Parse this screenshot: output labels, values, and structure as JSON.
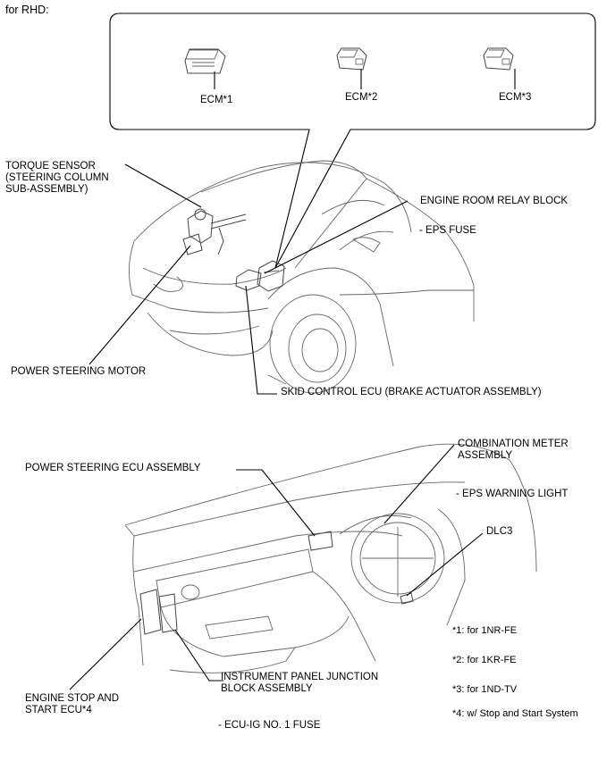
{
  "heading": "for RHD:",
  "ecm_box": {
    "ecm1": "ECM*1",
    "ecm2": "ECM*2",
    "ecm3": "ECM*3"
  },
  "upper": {
    "torque_sensor": "TORQUE SENSOR\n(STEERING COLUMN\nSUB-ASSEMBLY)",
    "engine_room_relay_block": "ENGINE ROOM RELAY BLOCK",
    "eps_fuse": "- EPS FUSE",
    "power_steering_motor": "POWER STEERING MOTOR",
    "skid_control_ecu": "SKID CONTROL ECU (BRAKE ACTUATOR ASSEMBLY)"
  },
  "lower": {
    "power_steering_ecu": "POWER STEERING ECU ASSEMBLY",
    "combination_meter": "COMBINATION METER\nASSEMBLY",
    "eps_warning_light": "- EPS WARNING LIGHT",
    "dlc3": "DLC3",
    "engine_stop_start_ecu": "ENGINE STOP AND\nSTART ECU*4",
    "instrument_panel_jb": "INSTRUMENT PANEL JUNCTION\nBLOCK ASSEMBLY",
    "ecu_ig_fuse": "- ECU-IG NO. 1 FUSE"
  },
  "notes": {
    "n1": "*1: for 1NR-FE",
    "n2": "*2: for 1KR-FE",
    "n3": "*3: for 1ND-TV",
    "n4": "*4: w/ Stop and Start System"
  }
}
